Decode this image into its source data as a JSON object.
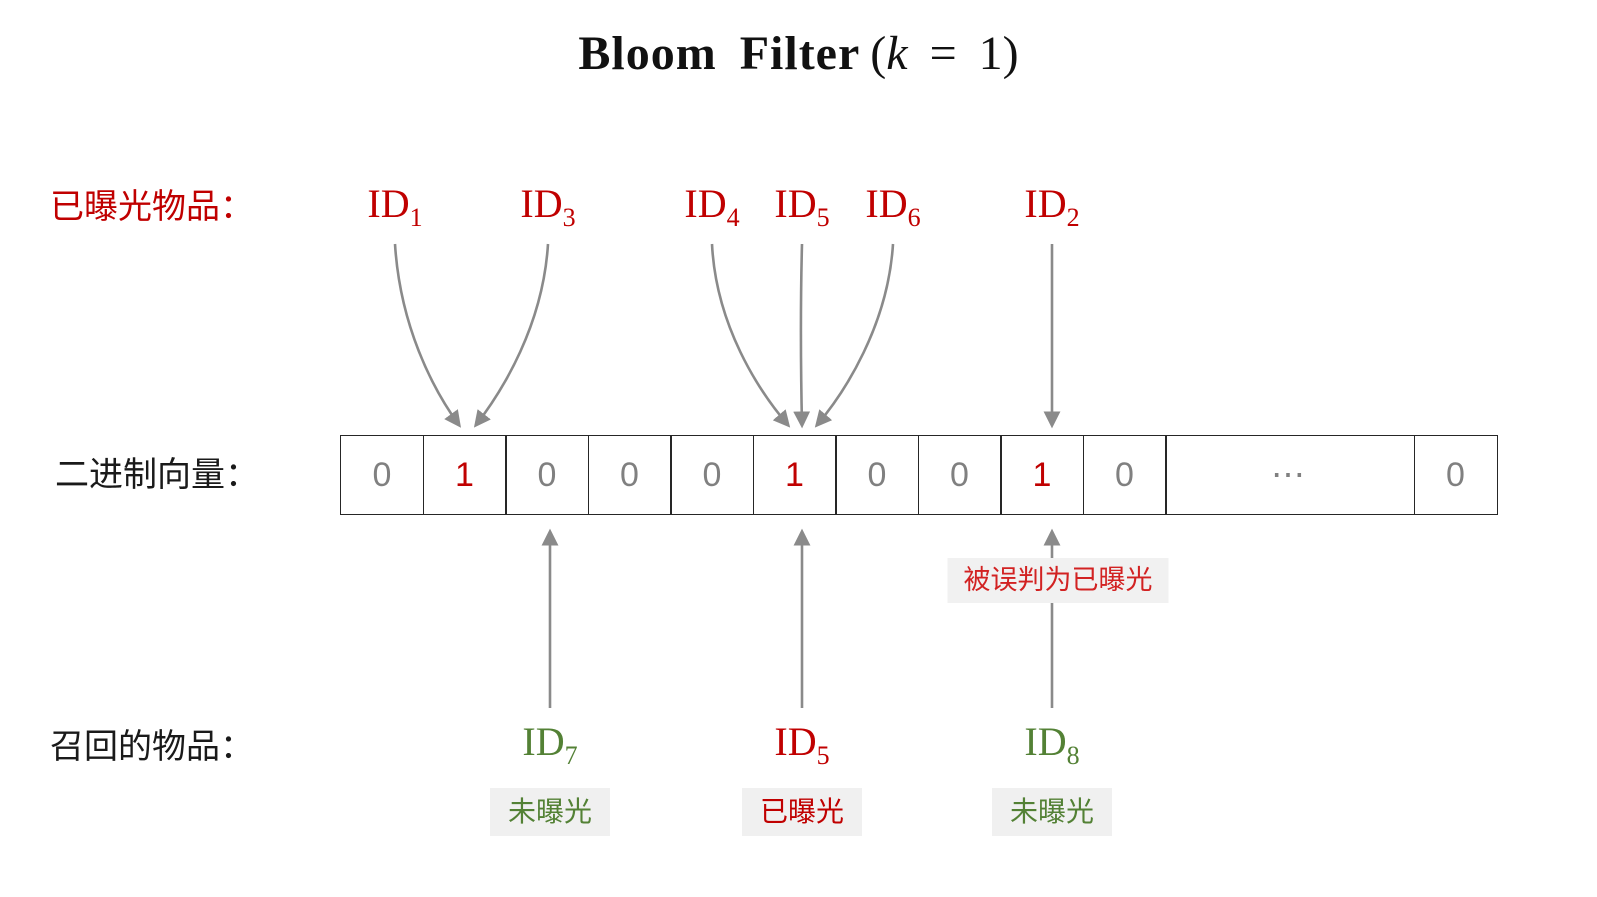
{
  "colors": {
    "red": "#c00000",
    "green": "#538135",
    "digit_gray": "#808080",
    "arrow_gray": "#8a8a8a",
    "badge_bg": "#f0f0f0",
    "callout_bg": "#f1f1f1"
  },
  "title": {
    "main": "Bloom Filter",
    "param_open": "(",
    "k": "k",
    "param_close": " = 1)"
  },
  "top_section": {
    "label": "已曝光物品：",
    "ids": [
      {
        "base": "ID",
        "sub": "1"
      },
      {
        "base": "ID",
        "sub": "3"
      },
      {
        "base": "ID",
        "sub": "4"
      },
      {
        "base": "ID",
        "sub": "5"
      },
      {
        "base": "ID",
        "sub": "6"
      },
      {
        "base": "ID",
        "sub": "2"
      }
    ]
  },
  "vector": {
    "label": "二进制向量：",
    "cells": [
      {
        "value": "0",
        "state": "unset"
      },
      {
        "value": "1",
        "state": "set"
      },
      {
        "value": "0",
        "state": "unset"
      },
      {
        "value": "0",
        "state": "unset"
      },
      {
        "value": "0",
        "state": "unset"
      },
      {
        "value": "1",
        "state": "set"
      },
      {
        "value": "0",
        "state": "unset"
      },
      {
        "value": "0",
        "state": "unset"
      },
      {
        "value": "1",
        "state": "set"
      },
      {
        "value": "0",
        "state": "unset"
      },
      {
        "value": "⋯",
        "state": "dots"
      },
      {
        "value": "0",
        "state": "unset"
      }
    ]
  },
  "misjudge_label": "被误判为已曝光",
  "bottom_section": {
    "label": "召回的物品：",
    "items": [
      {
        "base": "ID",
        "sub": "7",
        "status": "未曝光",
        "tone": "green"
      },
      {
        "base": "ID",
        "sub": "5",
        "status": "已曝光",
        "tone": "red"
      },
      {
        "base": "ID",
        "sub": "8",
        "status": "未曝光",
        "tone": "green"
      }
    ]
  }
}
